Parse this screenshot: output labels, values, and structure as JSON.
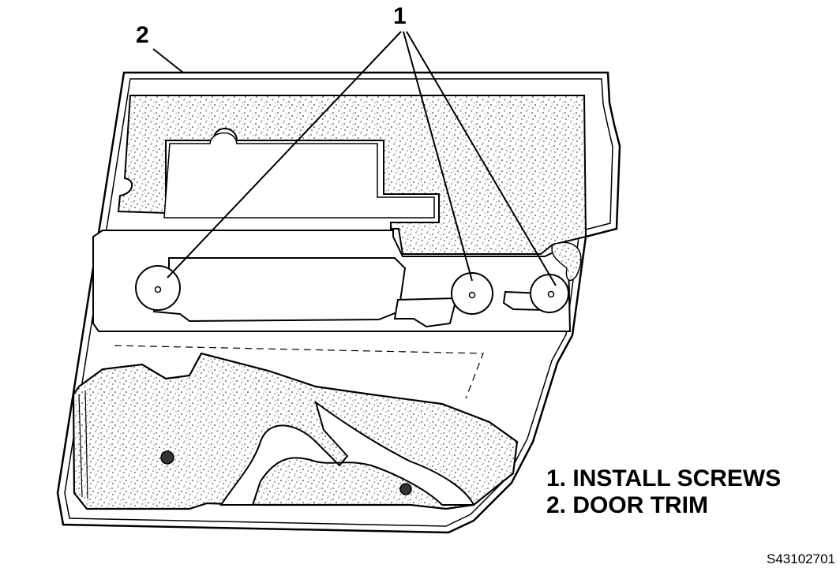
{
  "callouts": {
    "screws_number": "1",
    "trim_number": "2"
  },
  "legend": {
    "items": [
      {
        "label": "1. INSTALL SCREWS"
      },
      {
        "label": "2. DOOR TRIM"
      }
    ]
  },
  "figure_id": "S43102701",
  "colors": {
    "line": "#000000",
    "background": "#ffffff",
    "foam_fill": "#e8e8e8"
  }
}
